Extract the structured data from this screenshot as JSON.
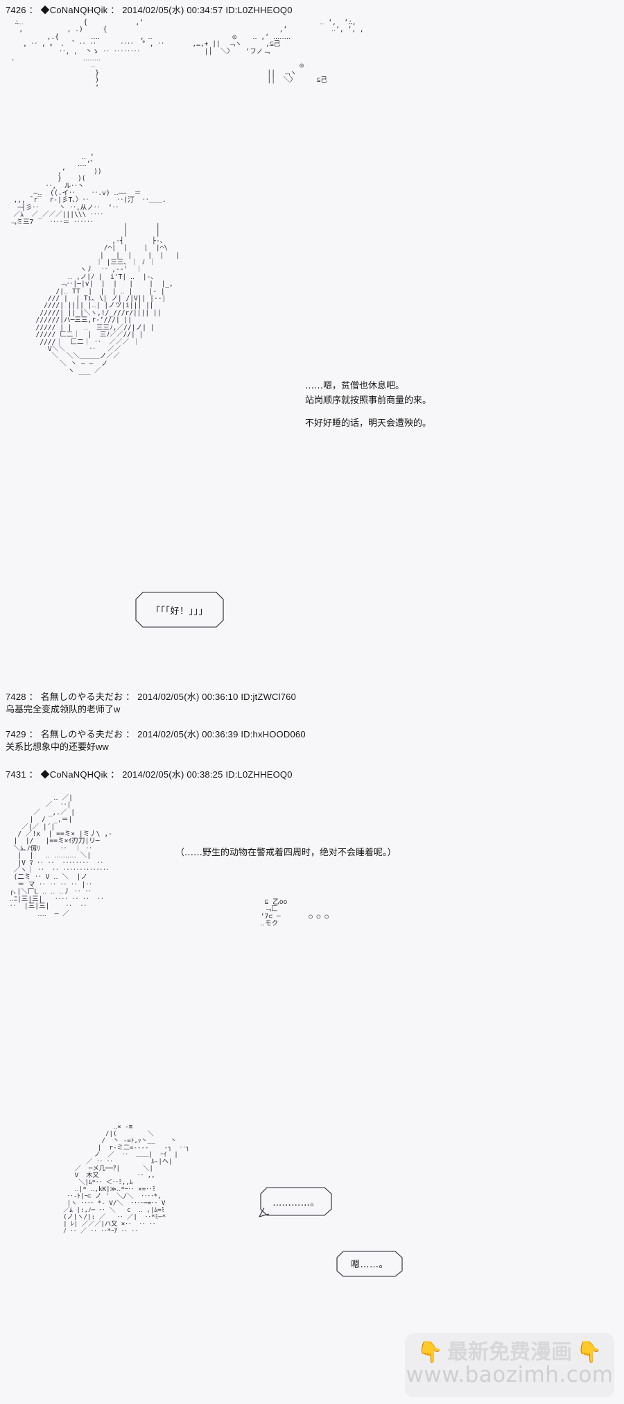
{
  "page": {
    "background_color": "#f7f7f9",
    "text_color": "#141414",
    "aa_color": "#232330"
  },
  "posts": [
    {
      "number": "7426",
      "name": "◆CoNaNQHQik",
      "separator": "：",
      "datetime": "2014/02/05(水) 00:34:57",
      "id": "ID:L0ZHHEOQ0",
      "header_full": "7426 ： ◆CoNaNQHQik ： 2014/02/05(水) 00:34:57 ID:L0ZHHEOQ0"
    },
    {
      "number": "7428",
      "name": "名無しのやる夫だお",
      "separator": "：",
      "datetime": "2014/02/05(水) 00:36:10",
      "id": "ID:jtZWCl760",
      "header_full": "7428 ： 名無しのやる夫だお ： 2014/02/05(水) 00:36:10 ID:jtZWCl760",
      "body": "乌基完全变成领队的老师了w"
    },
    {
      "number": "7429",
      "name": "名無しのやる夫だお",
      "separator": "：",
      "datetime": "2014/02/05(水) 00:36:39",
      "id": "ID:hxHOOD060",
      "header_full": "7429 ： 名無しのやる夫だお ： 2014/02/05(水) 00:36:39 ID:hxHOOD060",
      "body": "关系比想象中的还要好ww"
    },
    {
      "number": "7431",
      "name": "◆CoNaNQHQik",
      "separator": "：",
      "datetime": "2014/02/05(水) 00:38:25",
      "id": "ID:L0ZHHEOQ0",
      "header_full": "7431 ： ◆CoNaNQHQik ： 2014/02/05(水) 00:38:25 ID:L0ZHHEOQ0"
    }
  ],
  "dialogue": {
    "monk_lines": "……嗯，贫僧也休息吧。\n站岗顺序就按照事前商量的来。",
    "monk_warning": "不好好睡的话，明天会遭殃的。",
    "group_reply": "「「「好！」」」",
    "narration_wild": "（……野生的动物在警戒着四周时，绝对不会睡着呢。）",
    "balloon_dots": "…………。",
    "balloon_hmm": "嗯……。"
  },
  "ascii_art": {
    "top_sparse": "  ∴‥               {            ,ʻ                                            ‥ ʻ,  ʻ∴,\n   ,           , .)     {                                           ,ʻ           ‥ʻ, ʻ, ,\n          ,.{        ‥‥          , ‥                    ◎    ‥ ,ʻ ‥‥‥‥\n    , ‥ , 。 .  ゛‥ ‥      ‥‥  ° , ‥       ,…,+ ||  ﹁ヽ      ,⊆己\n             ‥, ,  丶ゝ ‥ ‥‥‥‥                |│  ＼〉   ʻフノ﹁\n .                 ‥‥‥‥\n                     ‥                                                   ◎\n                      }                                          ||  ﹁ヽ\n                      )                                          |│  ＼〉     ⊆己\n                      ʻ",
    "figure_head": "                   ‥ ʻ\n                  ‥‥ʻ゛\n             ,ʻ       ))\n             }    )(\n          ‥,  ル‥丶\n       ―‥  ((.イ‥    ‥.ⅴ) ‥――  ＝\n  ,,, ̄ r‾  r‐|彡T､〉‥       ‥(汀  ‥＿＿.\n   ─┤彡‥     丶 ‥,从ノ‥  ʻ‥\n  ／ﾑ  ／_／／／|||\\\\\\ ‥‥\n ﹁ミ三7    ‥‥＝ ‥‥‥",
    "figure_body": "                        |       |\n                        |       |\n                     ,‐┤       ├‐、\n                   /⌒|  |    |  |⌒\\\n                  |   |  |    |  |   |\n                 ｜ |三三､ ｜ ﾉ ｜\n             ヽ丿  ‥ ,-‐'  ｜\n          ‥ ,ノ|ﾉ |  i'T| ‥  |‐､\n        ﹁‥|─|v|  |  |   |    |  |_,\n       /|‥ TT  |  |  | ‥ |    |‐ |\n     /// |  | Tı､ \\| ノ| /|V|| |‐-|\n    ////| |||| |‥| |ノツ|i||| ||\n   /////| || |＼ヽ,!/_///r/|||| ||\n  //////|ハ─三三,r‐ʻ///| ||\n  ///// | |   ‥  三三ﾉ,／//|ノ| |\n  ///// 匚二｜  |  三ﾉ／／//| |\n   ////｜  匚二｜ ‥  ／／／ ｜\n     V＼＼      ‥   ／／\n      ＼  ＼＼＿＿＿ノ／／\n        ＼ 丶 ― ―  ノ\n          ヽ ___ ／",
    "second_scene_left": "            ‥ ／|\n          ／  ‥|\n       ／  _,.／ |\n      |  /  _,＝|\n    ／|／ |´|\n   / ／!x  | ==ミ× |ミ丿\\ ,-\n  |  |/   |==ミ×ｲ刃刀|リ─\n  ＼ﾑ､ﾉ仭ﾘ     ‥  ｜ ‥\n   |  |   ‥ ‥‥‥‥‥ ＼|\n   |V ﾏ ‥ ‥  ‥‥‥‥  ‥\n  ／ヽ｜ ‥  ‥ ‥‥‥‥‥‥‥\n  (二ミ ‥ V ‥ ＼  |ノ\n   ＝ マ ‥ ‥ ‥ ‥ |‥\n ┌､|＼厂L ‥ ‥ ‥丿 ‥ ‥\n ‥ﾆ|三|三|   ‥‥ ‥ ‥  ‥\n ‥  |三|三|    ‥  ‥\n        ‥‥  ─ ／",
    "second_scene_right": "  ⊆ 乙oo\n  ﹁匚\n ʻ7⊂ ─       ○ ○ ○\n ‥モク",
    "bottom_creature": "               ‥× ‐≡\n             /|(        ＼\n            /  丶 ‐=ﾄ,ｯ丶__    丶\n           |  r‐ミ二=--‐‐    ‐┐  ‥┐\n          ノ  ／  ‥  ＿＿|  ｰｲ  |\n        ／ ‥ ‥          ﾙ‐|ヘ|\n     ／  ─メ几──ｱ|      ＼|\n     V  木又          ‥ ,,\n      ＼|ﾑ*‥ ＜‥ﾐ,,ﾑ\n     ‥|* ‥,kK|≫‥*ｰ‥ ×=‥ﾐ\n   ‥‐ﾄ|ｰ⊂ ノ '  ＼/＼  ‥‥*,\n   |ヽ ‥‥ *‐ V/＼  ‥‥─=‥ V\n  ／ﾑ |:,ﾉ─ ‥ ＼   c  ‥ ,|ﾑ=ﾐ\n  (ノ|ヽ/|: ／   ‥ ／|  ‥*ﾐ─*\n  | ﾚ| ／／／|ハ又 ×‥  ‥ ‥\n  ﾉ ‥ ／ ‥ ‥*ｰｱ ‥ ‥"
  },
  "watermark": {
    "hand_left": "👇",
    "hand_right": "👇",
    "title": "最新免费漫画",
    "url": "www.baozimh.com"
  }
}
